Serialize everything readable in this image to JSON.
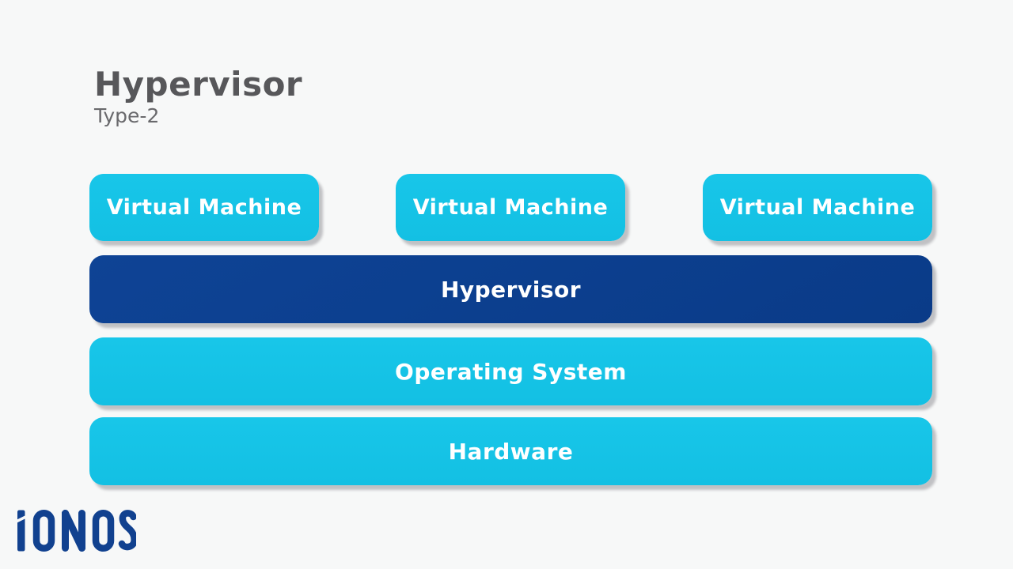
{
  "title": {
    "heading": "Hypervisor",
    "subheading": "Type-2"
  },
  "diagram": {
    "vm_boxes": [
      {
        "label": "Virtual Machine"
      },
      {
        "label": "Virtual Machine"
      },
      {
        "label": "Virtual Machine"
      }
    ],
    "layers": [
      {
        "label": "Hypervisor",
        "color": "#0d4092",
        "style": "navy"
      },
      {
        "label": "Operating System",
        "color": "#15c3e6",
        "style": "cyan"
      },
      {
        "label": "Hardware",
        "color": "#15c3e6",
        "style": "cyan"
      }
    ]
  },
  "colors": {
    "background": "#f7f8f8",
    "vm_box": "#15c3e6",
    "hypervisor_bar": "#0d4092",
    "box_text": "#ffffff",
    "title_text": "#57575a",
    "subtitle_text": "#69696c",
    "logo": "#11418f",
    "shadow": "#6e6e76"
  },
  "logo": {
    "brand": "IONOS"
  }
}
